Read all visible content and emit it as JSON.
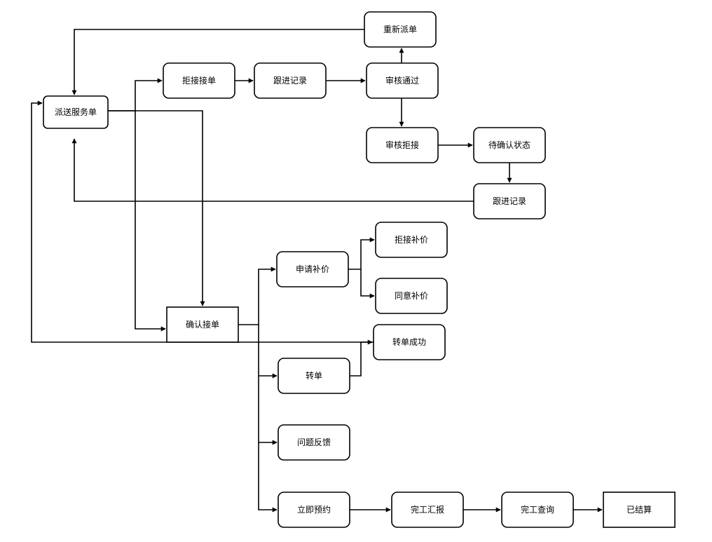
{
  "diagram": {
    "stroke_color": "#000000",
    "fill_color": "#ffffff",
    "nodes": {
      "dispatch_order": "派送服务单",
      "reject_order": "拒接接单",
      "follow_up_1": "跟进记录",
      "review_approved": "审核通过",
      "reassign": "重新派单",
      "review_rejected": "审核拒接",
      "pending_confirm": "待确认状态",
      "follow_up_2": "跟进记录",
      "confirm_order": "确认接单",
      "apply_subsidy": "申请补价",
      "reject_subsidy": "拒接补价",
      "agree_subsidy": "同意补价",
      "transfer_success": "转单成功",
      "transfer": "转单",
      "issue_feedback": "问题反馈",
      "book_now": "立即预约",
      "completion_report": "完工汇报",
      "completion_query": "完工查询",
      "settled": "已结算"
    },
    "edges": [
      {
        "from": "dispatch_order",
        "to": "reject_order"
      },
      {
        "from": "reject_order",
        "to": "follow_up_1"
      },
      {
        "from": "follow_up_1",
        "to": "review_approved"
      },
      {
        "from": "review_approved",
        "to": "reassign"
      },
      {
        "from": "reassign",
        "to": "dispatch_order"
      },
      {
        "from": "review_approved",
        "to": "review_rejected"
      },
      {
        "from": "review_rejected",
        "to": "pending_confirm"
      },
      {
        "from": "pending_confirm",
        "to": "follow_up_2"
      },
      {
        "from": "follow_up_2",
        "to": "dispatch_order"
      },
      {
        "from": "dispatch_order",
        "to": "confirm_order"
      },
      {
        "from": "dispatch_order",
        "to": "confirm_order"
      },
      {
        "from": "confirm_order",
        "to": "apply_subsidy"
      },
      {
        "from": "apply_subsidy",
        "to": "reject_subsidy"
      },
      {
        "from": "apply_subsidy",
        "to": "agree_subsidy"
      },
      {
        "from": "confirm_order",
        "to": "transfer"
      },
      {
        "from": "transfer",
        "to": "transfer_success"
      },
      {
        "from": "transfer_success",
        "to": "dispatch_order"
      },
      {
        "from": "confirm_order",
        "to": "issue_feedback"
      },
      {
        "from": "confirm_order",
        "to": "book_now"
      },
      {
        "from": "book_now",
        "to": "completion_report"
      },
      {
        "from": "completion_report",
        "to": "completion_query"
      },
      {
        "from": "completion_query",
        "to": "settled"
      }
    ]
  }
}
